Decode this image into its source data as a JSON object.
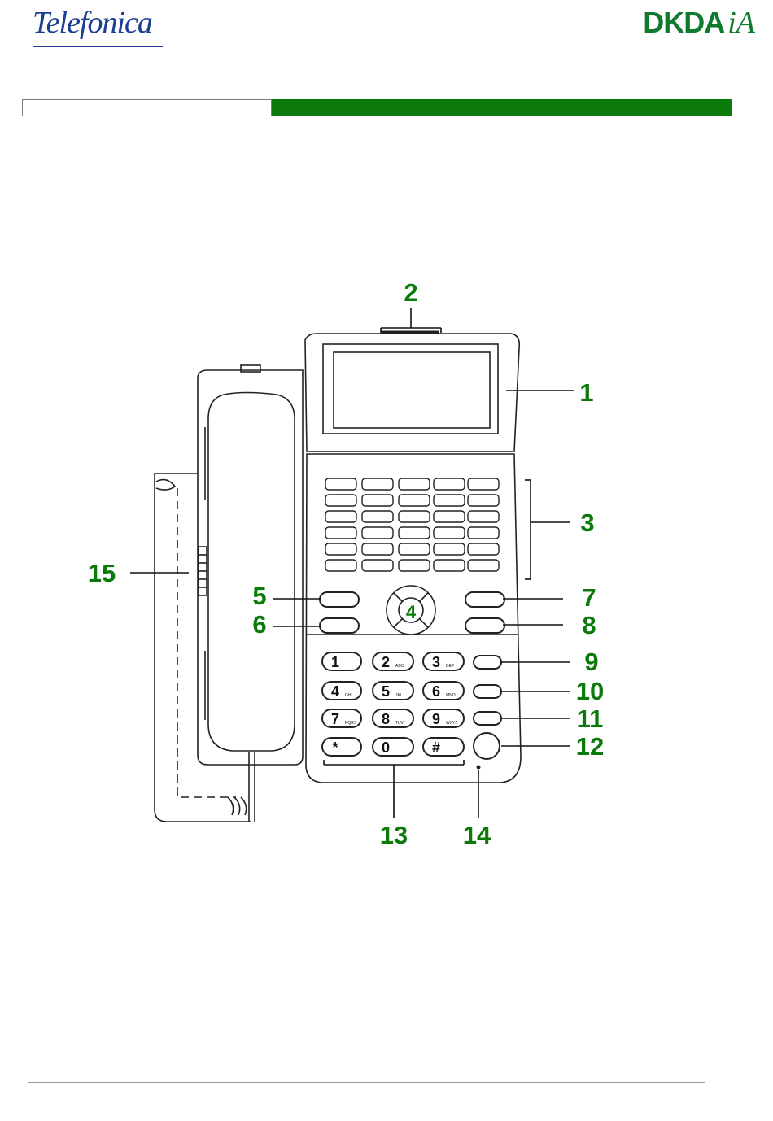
{
  "header": {
    "left_logo_text": "Telefonica",
    "right_logo_bold": "DKDA",
    "right_logo_italic": "iA",
    "brand_green": "#0b7a0b",
    "brand_blue": "#1c3f94"
  },
  "diagram": {
    "callouts": [
      "1",
      "2",
      "3",
      "4",
      "5",
      "6",
      "7",
      "8",
      "9",
      "10",
      "11",
      "12",
      "13",
      "14",
      "15"
    ],
    "keypad": [
      {
        "digit": "1",
        "letters": ""
      },
      {
        "digit": "2",
        "letters": "ABC"
      },
      {
        "digit": "3",
        "letters": "DEF"
      },
      {
        "digit": "4",
        "letters": "GHI"
      },
      {
        "digit": "5",
        "letters": "JKL"
      },
      {
        "digit": "6",
        "letters": "MNO"
      },
      {
        "digit": "7",
        "letters": "PQRS"
      },
      {
        "digit": "8",
        "letters": "TUV"
      },
      {
        "digit": "9",
        "letters": "WXYZ"
      },
      {
        "digit": "*",
        "letters": ""
      },
      {
        "digit": "0",
        "letters": ""
      },
      {
        "digit": "#",
        "letters": ""
      }
    ],
    "label_color": "#0b7a0b"
  }
}
